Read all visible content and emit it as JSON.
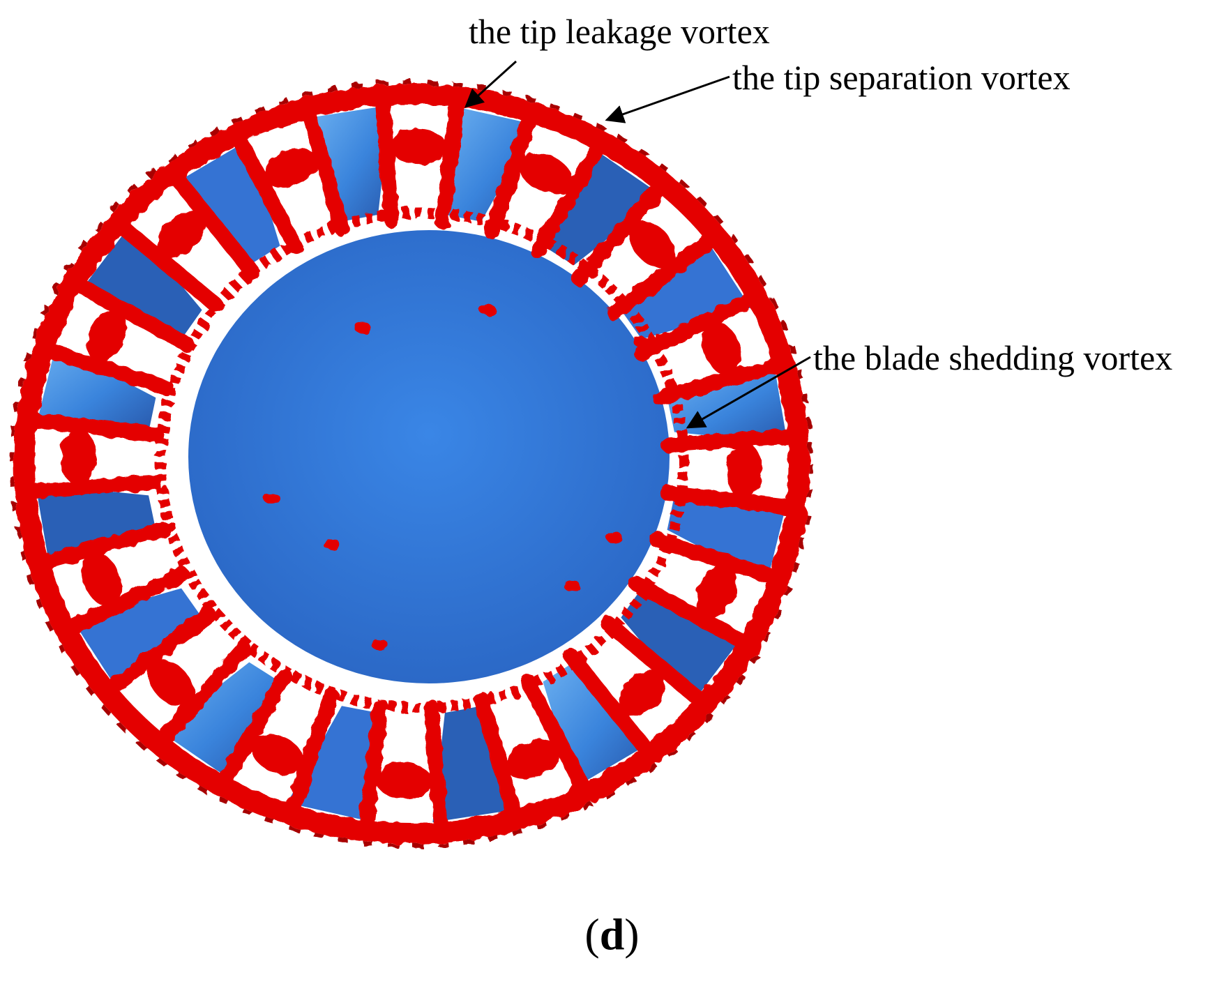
{
  "annotations": {
    "tip_leakage": "the tip leakage vortex",
    "tip_separation": "the tip separation vortex",
    "blade_shedding": "the blade shedding vortex"
  },
  "panel": {
    "open": "(",
    "letter": "d",
    "close": ")"
  },
  "rotor": {
    "blade_count": 16
  },
  "colors": {
    "hub": "#2d74d8",
    "blade_light": "#5aa2ec",
    "blade_dark": "#2a60b6",
    "vortex": "#e40000",
    "vortex_dark": "#a80000",
    "background": "#ffffff"
  }
}
